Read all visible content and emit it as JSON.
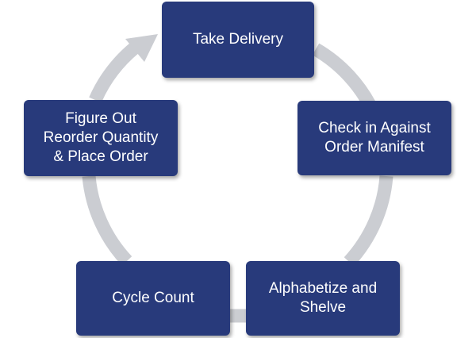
{
  "diagram": {
    "colors": {
      "box_fill": "#283a7b",
      "box_text": "#ffffff",
      "ring": "#cbcdd2"
    },
    "steps": [
      {
        "label": "Take Delivery"
      },
      {
        "label": "Check in Against\nOrder Manifest"
      },
      {
        "label": "Alphabetize and\nShelve"
      },
      {
        "label": "Cycle Count"
      },
      {
        "label": "Figure Out\nReorder Quantity\n& Place Order"
      }
    ]
  }
}
